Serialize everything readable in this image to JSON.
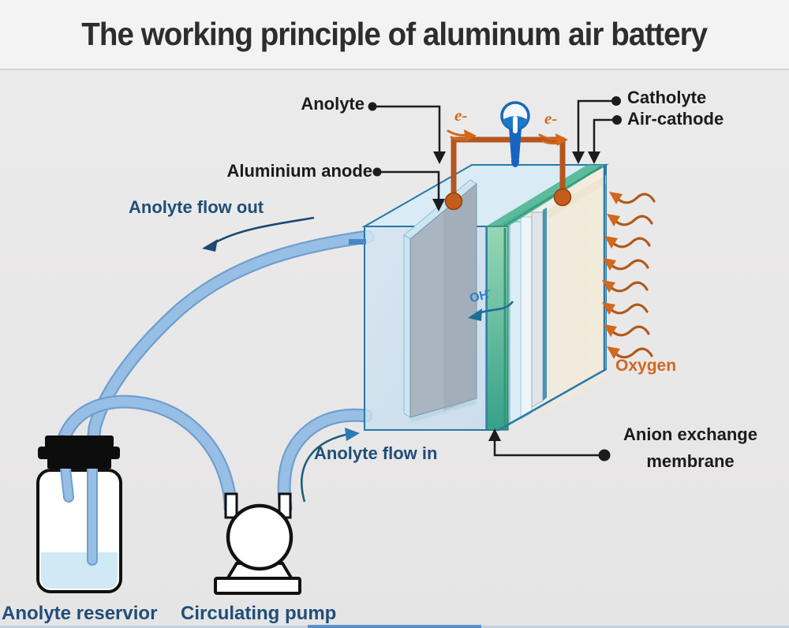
{
  "title": "The working principle of aluminum air battery",
  "labels": {
    "anolyte": "Anolyte",
    "catholyte": "Catholyte",
    "air_cathode": "Air-cathode",
    "aluminium_anode": "Aluminium anode",
    "anolyte_flow_out": "Anolyte flow out",
    "oxygen": "Oxygen",
    "anion_exchange_line1": "Anion exchange",
    "anion_exchange_line2": "membrane",
    "anolyte_flow_in": "Anolyte flow in",
    "anolyte_reservior": "Anolyte reservior",
    "circulating_pump": "Circulating pump",
    "electron_left": "e-",
    "electron_right": "e-",
    "hydroxide": "OH",
    "hydroxide_charge": "-"
  },
  "colors": {
    "background": "#e8e7e7",
    "title_text": "#2e2d2d",
    "label_black": "#1b1b1b",
    "label_navy": "#1f4e79",
    "accent_orange": "#d2671d",
    "wire_copper": "#b4561e",
    "tube_blue": "#97bfe6",
    "cell_blue_outline": "#2878a8",
    "membrane_green": "#4fb594",
    "anode_gray": "#a9b5c0",
    "bulb_blue": "#1565c0",
    "liquid_blue": "#cfe9f5"
  }
}
